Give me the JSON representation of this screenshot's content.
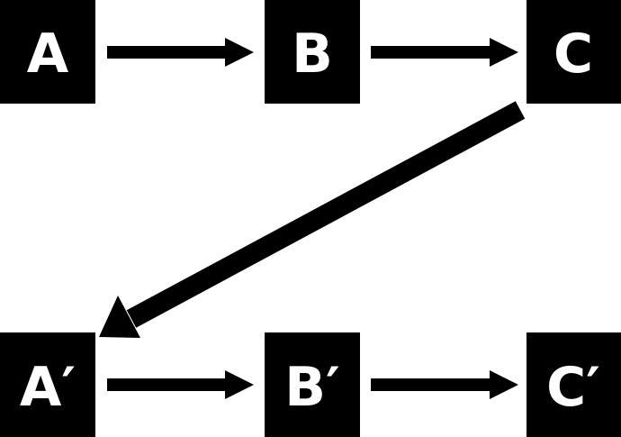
{
  "diagram": {
    "nodes": [
      {
        "id": "a",
        "label": "A"
      },
      {
        "id": "b",
        "label": "B"
      },
      {
        "id": "c",
        "label": "C"
      },
      {
        "id": "a-prime",
        "label": "A′"
      },
      {
        "id": "b-prime",
        "label": "B′"
      },
      {
        "id": "c-prime",
        "label": "C′"
      }
    ],
    "edges": [
      {
        "from": "a",
        "to": "b"
      },
      {
        "from": "b",
        "to": "c"
      },
      {
        "from": "c",
        "to": "a-prime"
      },
      {
        "from": "a-prime",
        "to": "b-prime"
      },
      {
        "from": "b-prime",
        "to": "c-prime"
      }
    ],
    "colors": {
      "box": "#000000",
      "label": "#ffffff",
      "arrow": "#000000",
      "background": "#ffffff"
    }
  }
}
